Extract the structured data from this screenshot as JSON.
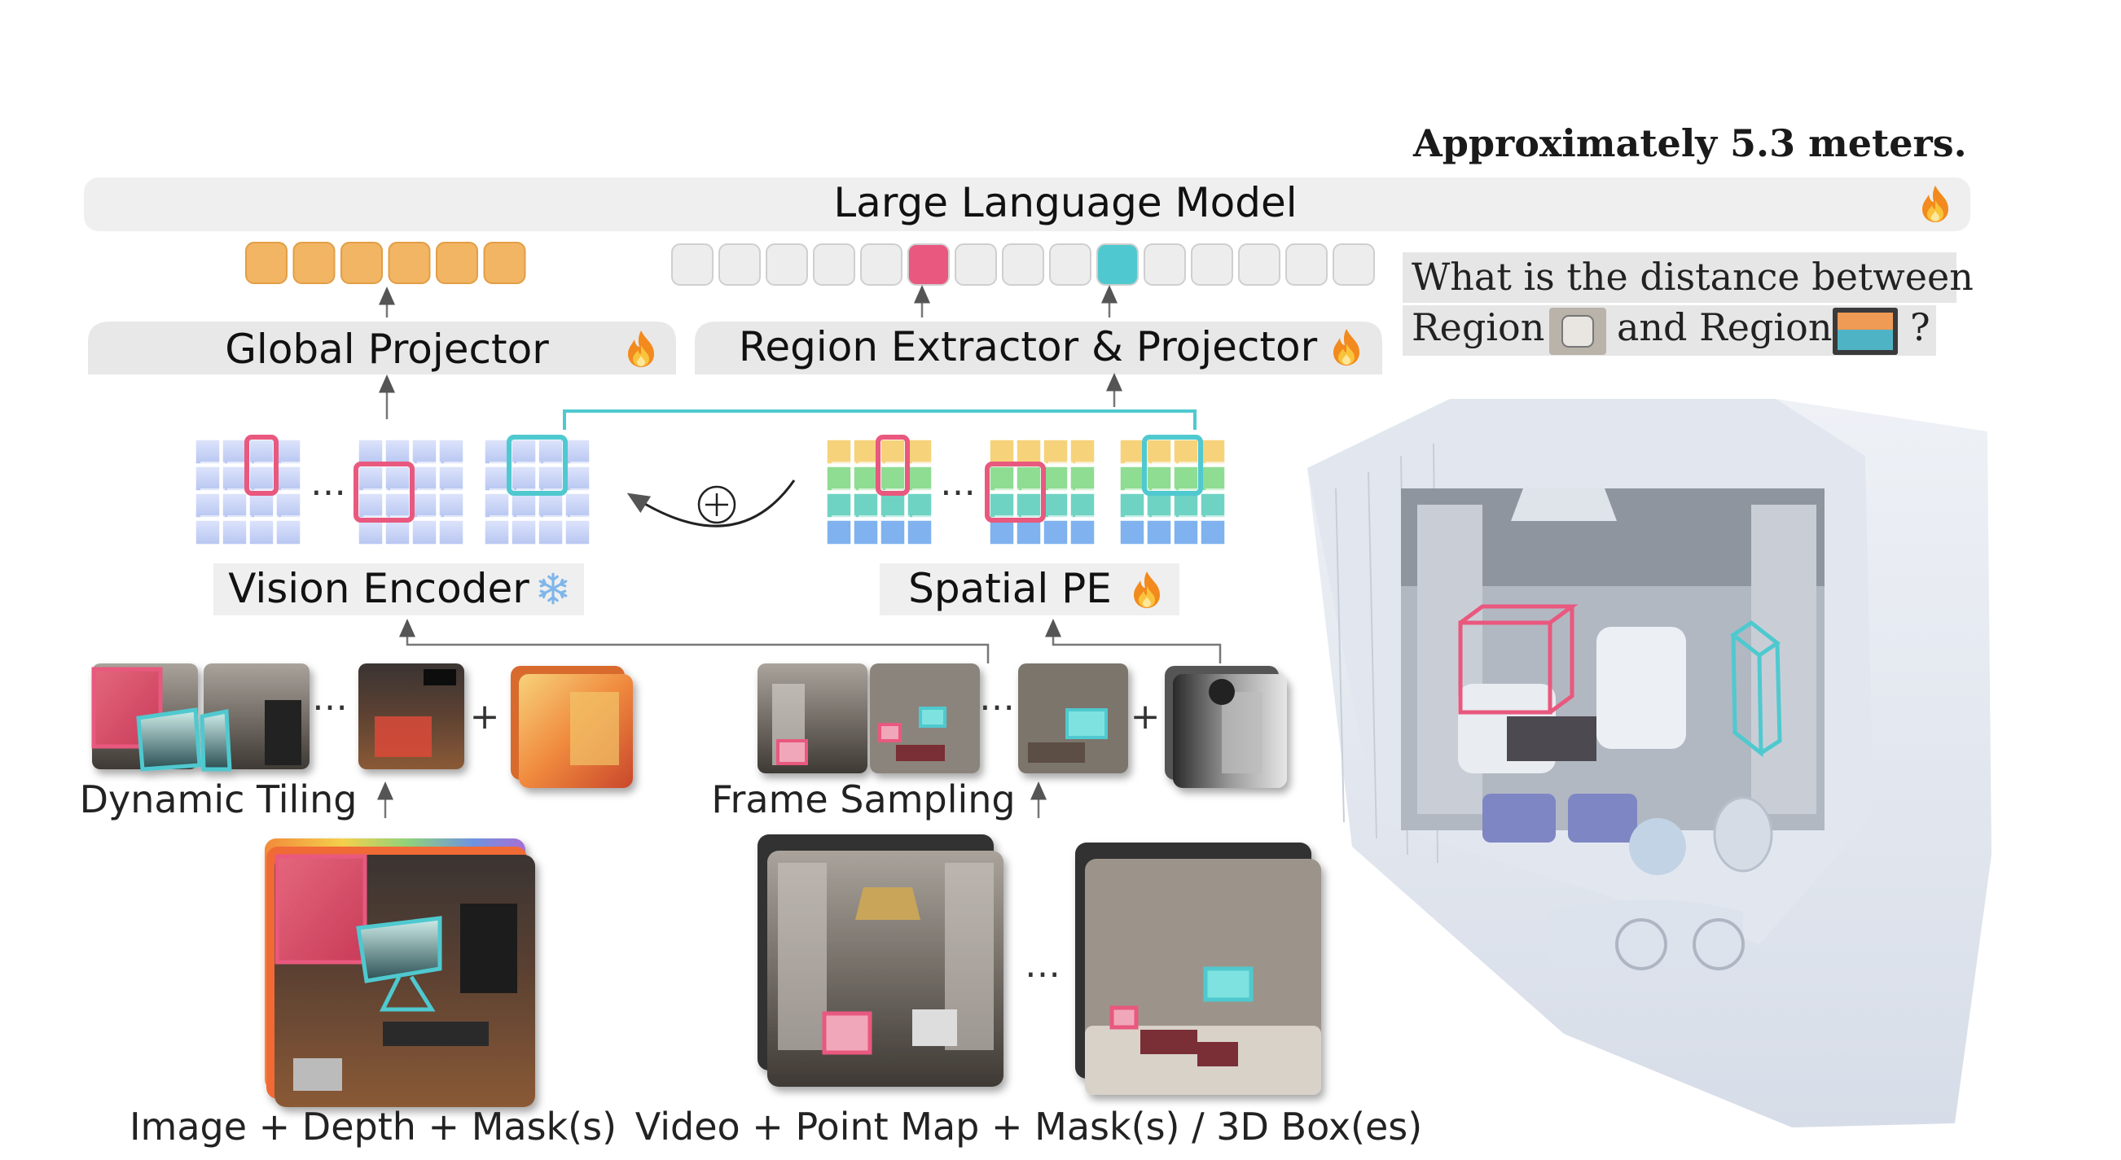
{
  "answer": {
    "text": "Approximately 5.3 meters."
  },
  "question": {
    "line1": "What is the distance between",
    "region_word_1": "Region",
    "and_region": "and Region",
    "qmark": "?"
  },
  "llm": {
    "label": "Large Language Model"
  },
  "global_projector": {
    "label": "Global Projector"
  },
  "region_projector": {
    "label": "Region Extractor & Projector"
  },
  "vision_encoder": {
    "label": "Vision Encoder"
  },
  "spatial_pe": {
    "label": "Spatial PE"
  },
  "ops": {
    "plus": "+",
    "oplus": "⊕",
    "ellipsis": "…"
  },
  "dynamic_tiling": {
    "label": "Dynamic Tiling"
  },
  "frame_sampling": {
    "label": "Frame Sampling"
  },
  "image_input": {
    "label": "Image + Depth + Mask(s)"
  },
  "video_input": {
    "label": "Video + Point Map + Mask(s) / 3D Box(es)"
  },
  "colors": {
    "pink": "#e9587e",
    "cyan": "#4fc9cf",
    "orange_token": "#f2b564",
    "gray_bar": "#efefef",
    "token_gray": "#ededed",
    "arrow": "#777777"
  },
  "icons": {
    "trainable": "fire-icon",
    "frozen": "snowflake-icon"
  }
}
